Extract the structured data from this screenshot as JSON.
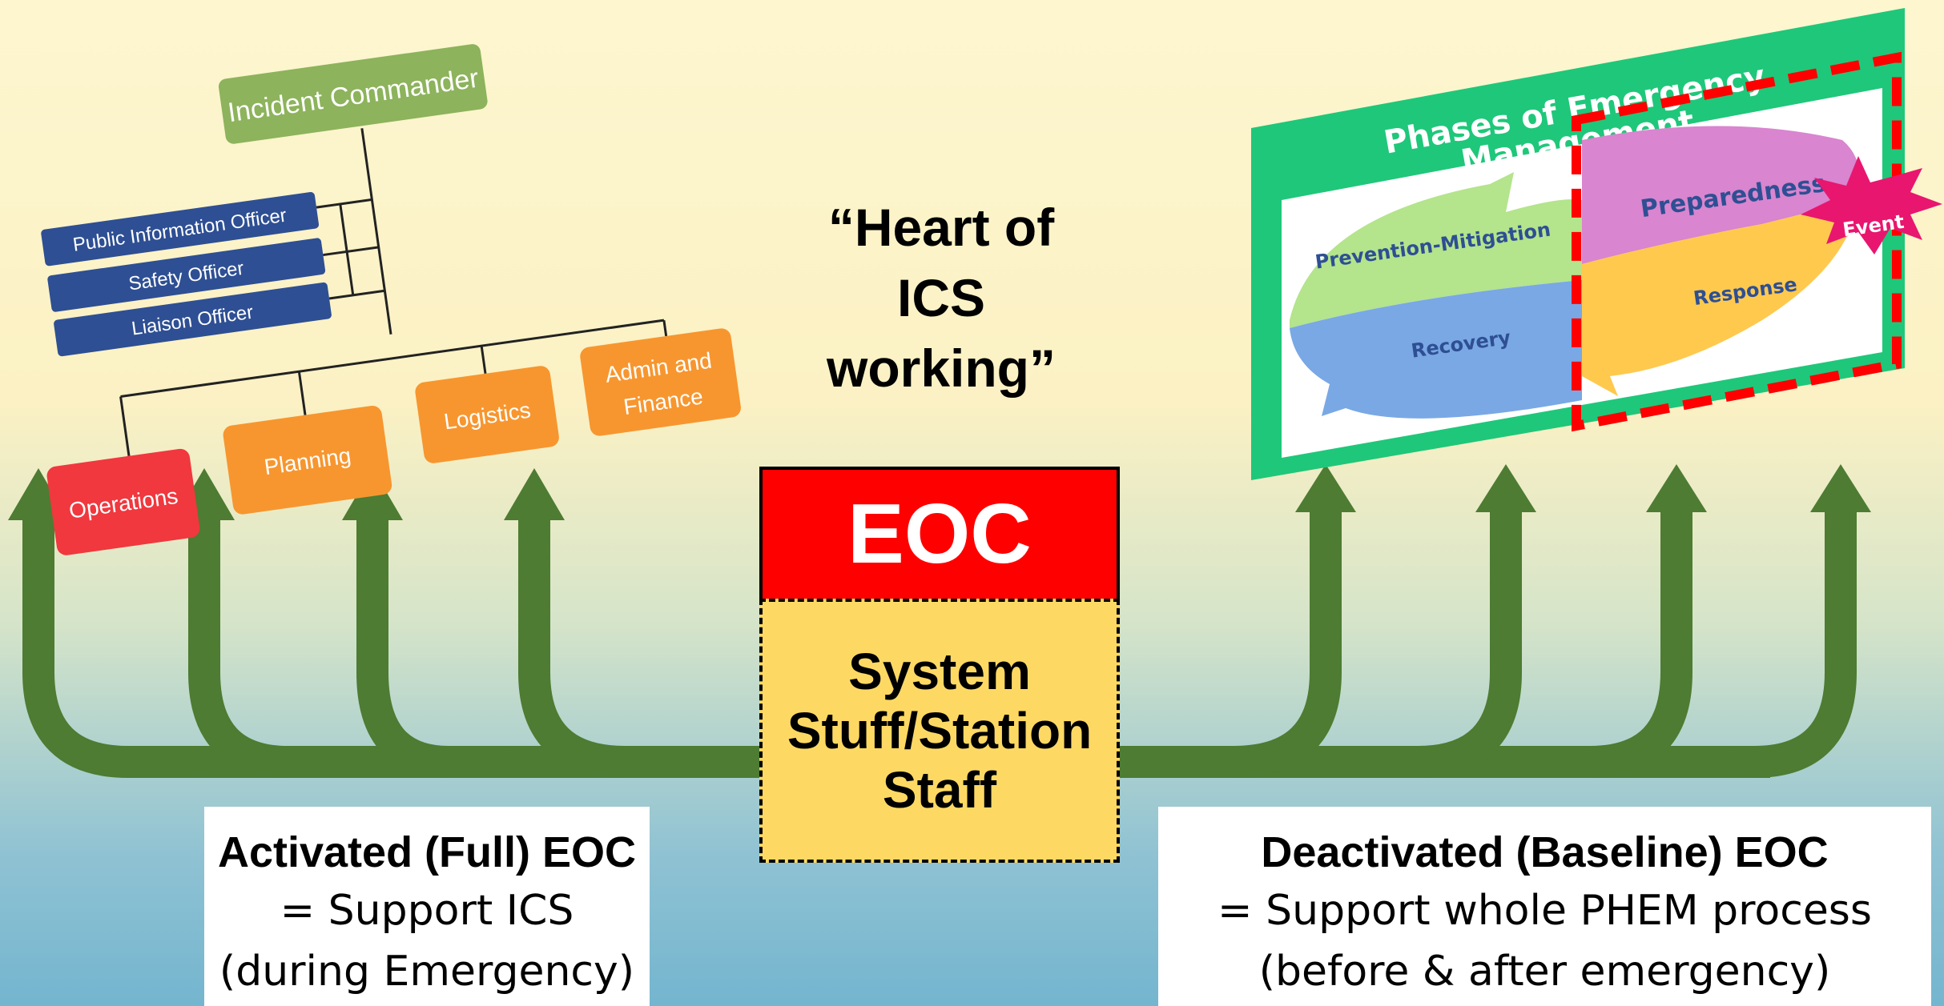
{
  "org_chart": {
    "commander": "Incident Commander",
    "staff": [
      "Public Information Officer",
      "Safety Officer",
      "Liaison Officer"
    ],
    "sections": [
      {
        "label": "Operations",
        "color": "#f0383e"
      },
      {
        "label": "Planning",
        "color": "#f7962f"
      },
      {
        "label": "Logistics",
        "color": "#f7962f"
      },
      {
        "label": "Admin and",
        "label2": "Finance",
        "color": "#f7962f"
      }
    ],
    "commander_color": "#8db35c",
    "staff_color": "#2e4f93"
  },
  "quote": {
    "lines": [
      "“Heart of",
      "ICS",
      "working”"
    ]
  },
  "eoc": {
    "title": "EOC",
    "body_lines": [
      "System",
      "Stuff/Station",
      "Staff"
    ],
    "title_color": "#ff0000",
    "body_color": "#fdd964"
  },
  "phases": {
    "title_line1": "Phases of Emergency",
    "title_line2": "Management",
    "segments": [
      "Prevention-Mitigation",
      "Recovery",
      "Preparedness",
      "Response"
    ],
    "event": "Event",
    "frame_color": "#1fc77a"
  },
  "activated": {
    "title": "Activated (Full) EOC",
    "line1": "= Support ICS",
    "line2": "(during Emergency)"
  },
  "deactivated": {
    "title": "Deactivated (Baseline) EOC",
    "line1": "= Support whole PHEM process",
    "line2": "(before & after emergency)"
  },
  "arrow_color": "#4d7c32"
}
